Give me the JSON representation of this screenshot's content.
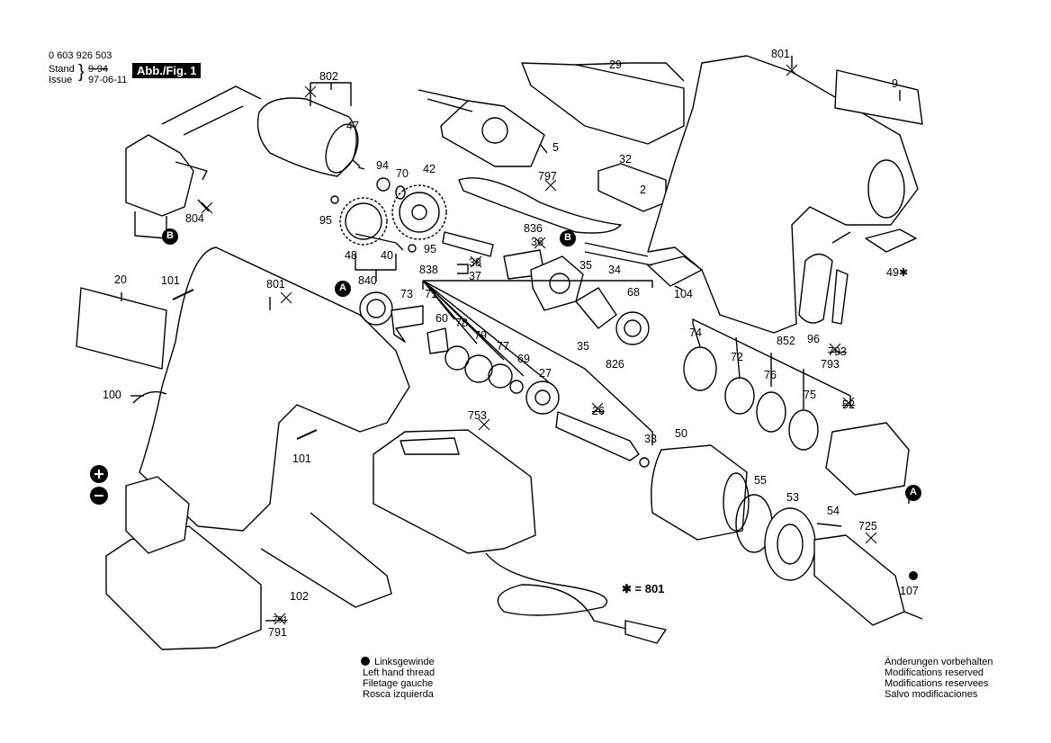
{
  "header": {
    "doc_number": "0 603 926 503",
    "stand_label": "Stand",
    "issue_label": "Issue",
    "stand_value": "9-94",
    "issue_value": "97-06-11",
    "figure_badge": "Abb./Fig. 1"
  },
  "symbols": {
    "star_note": "✱ = 801",
    "left_hand_thread": [
      "Linksgewinde",
      "Left hand thread",
      "Filetage gauche",
      "Rosca izquierda"
    ],
    "modifications": [
      "Änderungen vorbehalten",
      "Modifications reserved",
      "Modifications reservees",
      "Salvo modificaciones"
    ]
  },
  "callouts": {
    "c802": "802",
    "c47": "47",
    "c94": "94",
    "c70": "70",
    "c42": "42",
    "c804": "804",
    "c95a": "95",
    "c95b": "95",
    "c48": "48",
    "c40": "40",
    "c29": "29",
    "c5": "5",
    "c797": "797",
    "c32": "32",
    "c2": "2",
    "c836": "836",
    "c36": "36",
    "c38": "38",
    "c838": "838",
    "c37": "37",
    "c35a": "35",
    "c34": "34",
    "c35b": "35",
    "c68": "68",
    "c104": "104",
    "c801a": "801",
    "c9": "9",
    "c49": "49✱",
    "c20": "20",
    "c101a": "101",
    "c801b": "801",
    "c840": "840",
    "c73": "73",
    "c71": "71",
    "c60": "60",
    "c78": "78",
    "c79": "79",
    "c77": "77",
    "c69": "69",
    "c27": "27",
    "c826": "826",
    "c26": "26",
    "c33": "33",
    "c100": "100",
    "c101b": "101",
    "c753": "753",
    "c50": "50",
    "c74": "74",
    "c72": "72",
    "c852": "852",
    "c76": "76",
    "c75": "75",
    "c52": "52",
    "c96": "96",
    "c793a": "793",
    "c793b": "793",
    "c55": "55",
    "c53": "53",
    "c54": "54",
    "c725": "725",
    "c107": "107",
    "c102": "102",
    "c791a": "791",
    "c791b": "791",
    "cA1": "A",
    "cA2": "A",
    "cB1": "B",
    "cB2": "B"
  }
}
